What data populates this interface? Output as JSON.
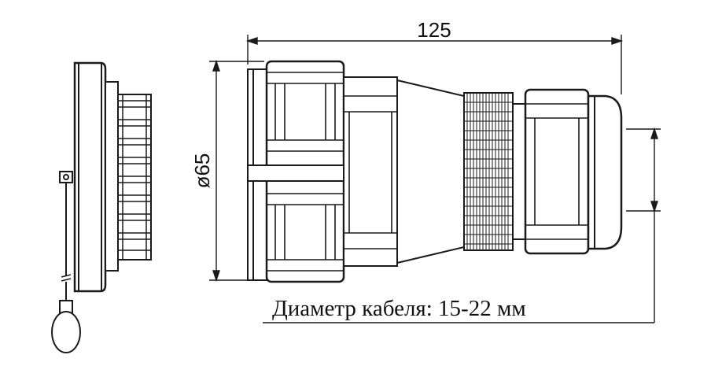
{
  "drawing": {
    "dim_length": "125",
    "dim_diameter": "ø65",
    "cable_caption": "Диаметр кабеля: 15-22 мм",
    "line_color": "#1a1a1a",
    "fill_color": "#ffffff"
  }
}
